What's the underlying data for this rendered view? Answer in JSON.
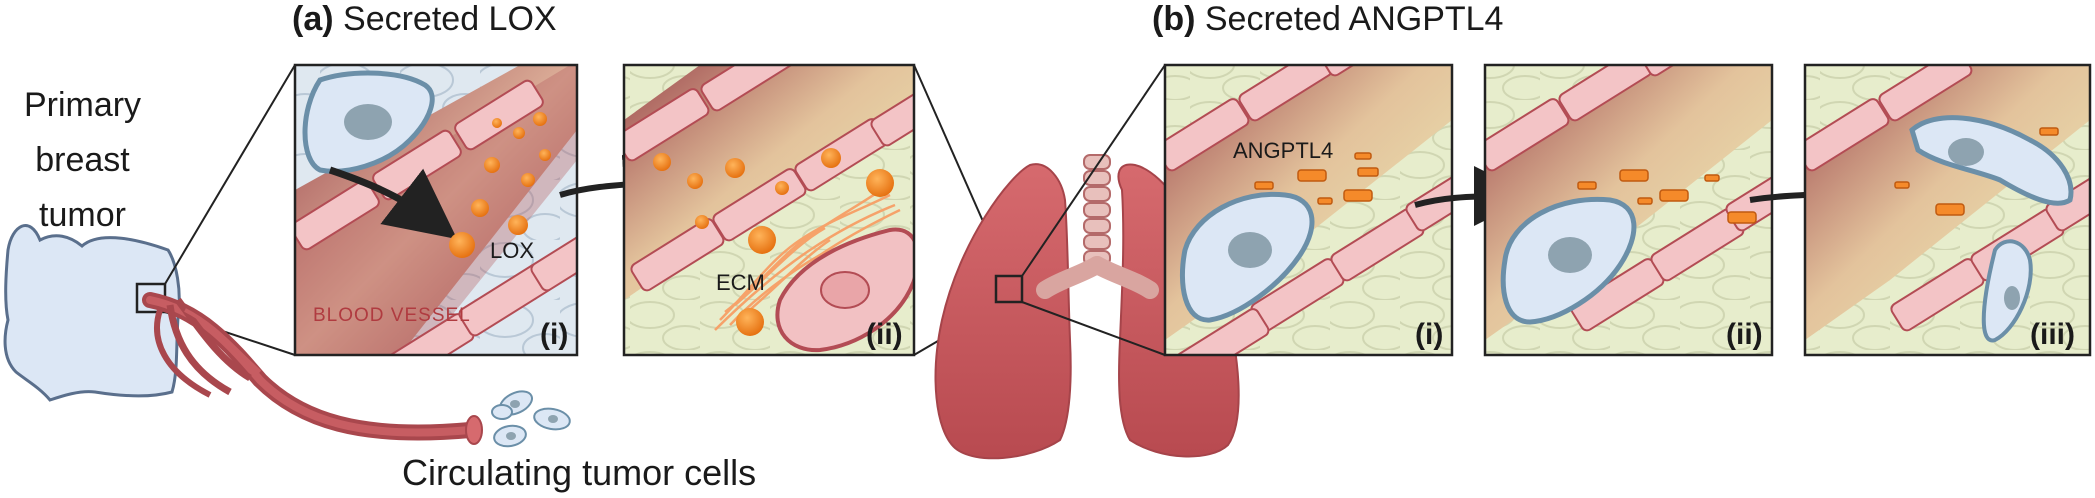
{
  "titles": {
    "a_letter": "(a)",
    "a_text": "Secreted LOX",
    "b_letter": "(b)",
    "b_text": "Secreted ANGPTL4"
  },
  "tumor": {
    "line1": "Primary",
    "line2": "breast",
    "line3": "tumor"
  },
  "ctc_label": "Circulating tumor cells",
  "panel_a1": {
    "numeral": "(i)",
    "lox_label": "LOX",
    "vessel_label": "BLOOD  VESSEL"
  },
  "panel_a2": {
    "numeral": "(ii)",
    "ecm_label": "ECM"
  },
  "panel_b1": {
    "numeral": "(i)",
    "angptl4_label": "ANGPTL4"
  },
  "panel_b2": {
    "numeral": "(ii)"
  },
  "panel_b3": {
    "numeral": "(iii)"
  },
  "colors": {
    "vessel_dark": "#a8545a",
    "vessel_light": "#e8c9a0",
    "endothelial": "#f4c6c8",
    "tumor_cell": "#dde8f3",
    "cell_outline": "#6b8fa8",
    "nucleus": "#8ea3b0",
    "lox": "#f08a1c",
    "lung": "#c9575c",
    "tissue_bg": "#e6eccb",
    "arrow": "#222222"
  }
}
